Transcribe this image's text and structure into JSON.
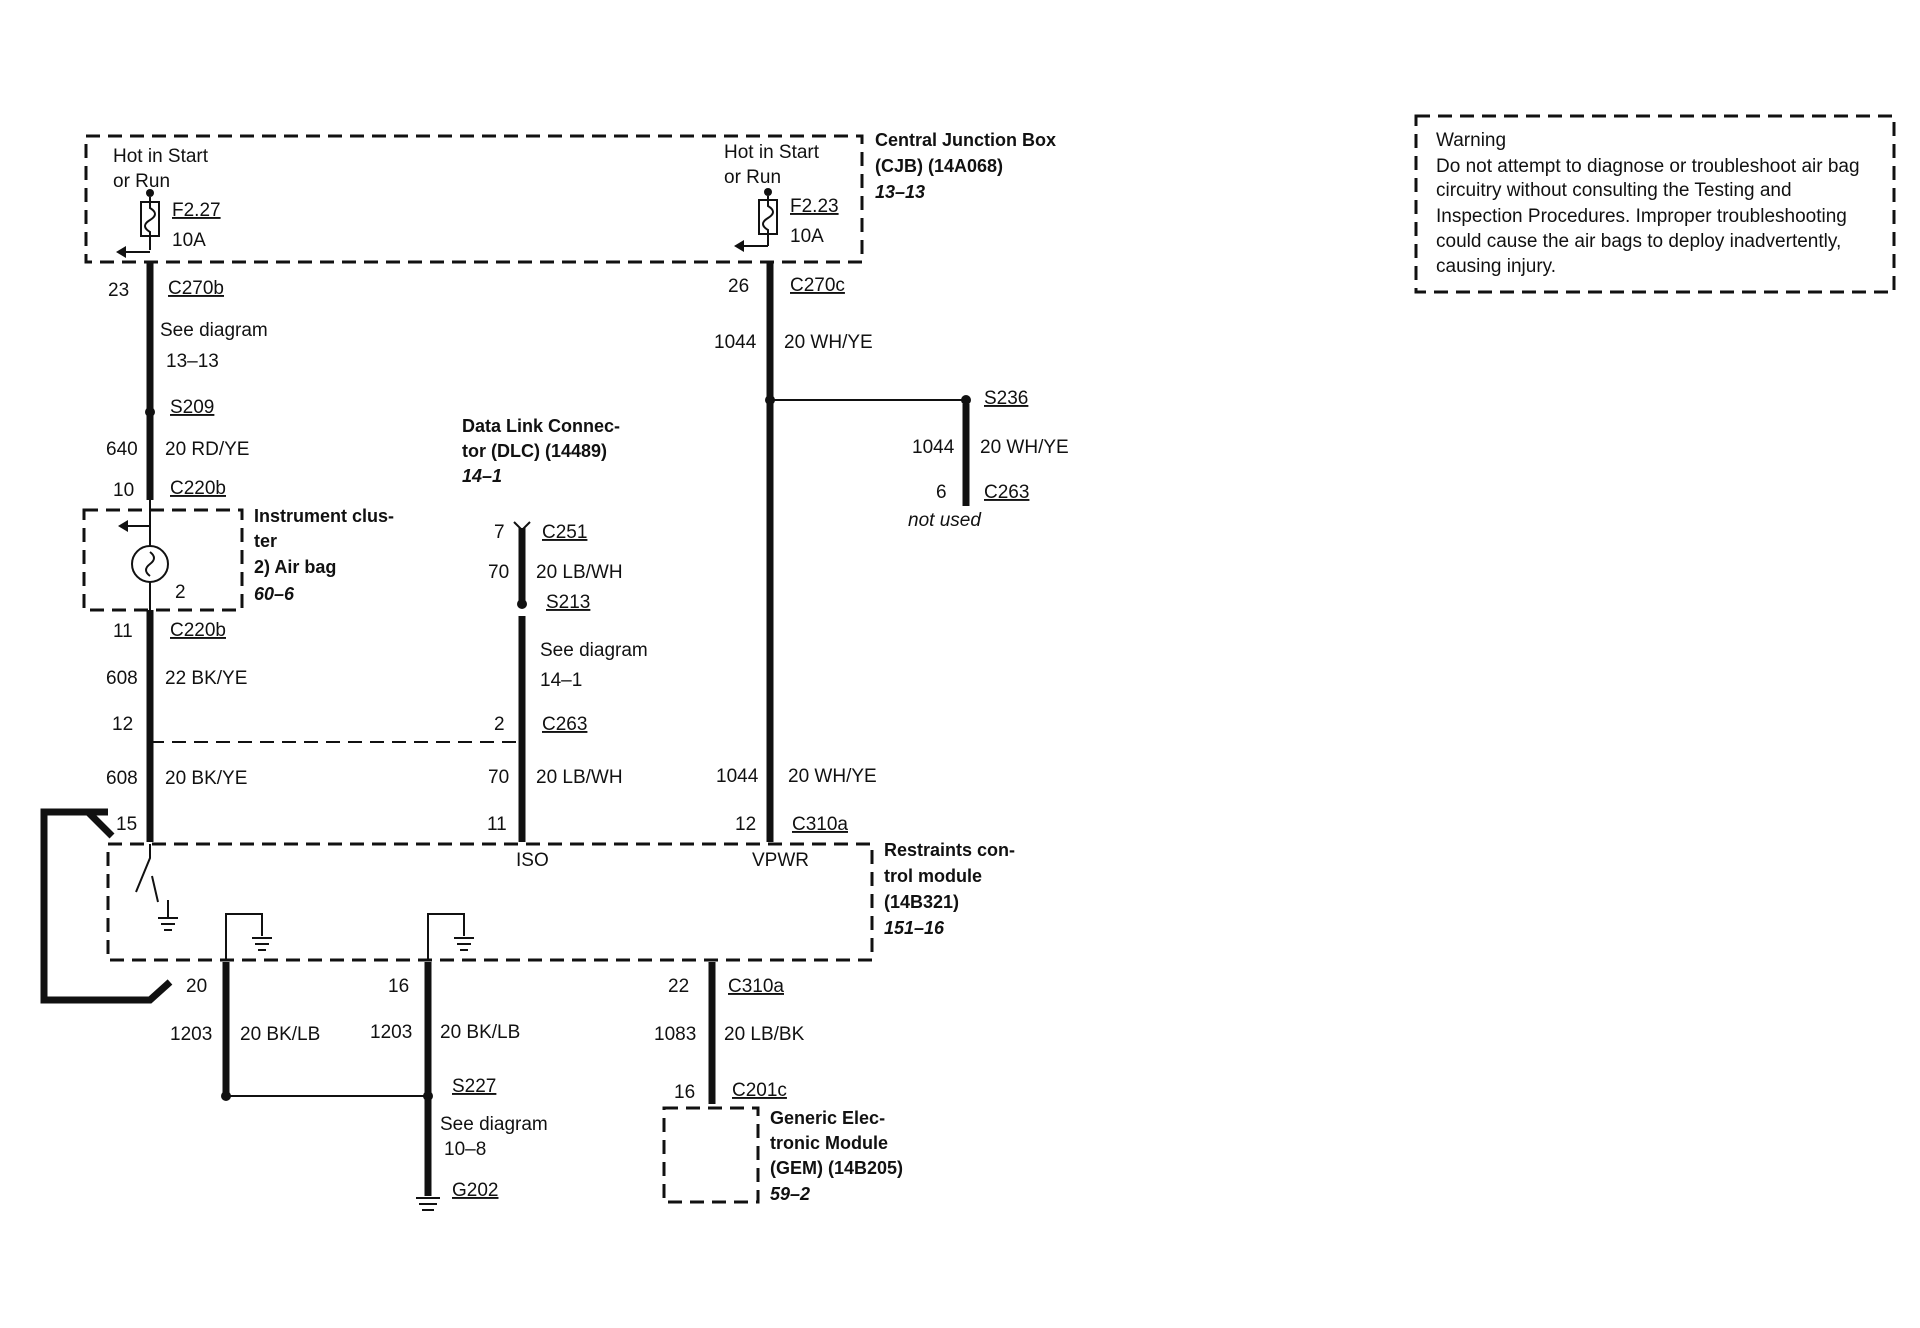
{
  "cjb": {
    "title1": "Central Junction Box",
    "title2": "(CJB) (14A068)",
    "page": "13–13",
    "left_hot1": "Hot in Start",
    "left_hot2": "or Run",
    "left_fuse": "F2.27",
    "left_amp": "10A",
    "right_hot1": "Hot in Start",
    "right_hot2": "or Run",
    "right_fuse": "F2.23",
    "right_amp": "10A"
  },
  "warning": {
    "title": "Warning",
    "lines": [
      "Do not attempt to diagnose or troubleshoot air bag",
      "circuitry without consulting the Testing and",
      "Inspection Procedures. Improper troubleshooting",
      "could cause the air bags to deploy inadvertently,",
      "causing injury."
    ]
  },
  "left_branch": {
    "pin23": "23",
    "c270b": "C270b",
    "see1": "See diagram",
    "see2": "13–13",
    "s209": "S209",
    "circ640": "640",
    "wire640": "20 RD/YE",
    "pin10": "10",
    "c220b_top": "C220b",
    "pin11": "11",
    "c220b_bot": "C220b",
    "circ608a": "608",
    "wire608a": "22 BK/YE",
    "pin12": "12",
    "circ608b": "608",
    "wire608b": "20 BK/YE",
    "pin15": "15"
  },
  "instrument_cluster": {
    "line1": "Instrument clus-",
    "line2": "ter",
    "line3": "2)   Air bag",
    "page": "60–6",
    "pin2": "2"
  },
  "dlc": {
    "line1": "Data Link Connec-",
    "line2": "tor (DLC) (14489)",
    "page": "14–1",
    "pin7": "7",
    "c251": "C251",
    "circ70a": "70",
    "wire70a": "20 LB/WH",
    "s213": "S213",
    "see1": "See diagram",
    "see2": "14–1",
    "pin2": "2",
    "c263": "C263",
    "circ70b": "70",
    "wire70b": "20 LB/WH",
    "pin11": "11",
    "iso": "ISO"
  },
  "right_branch": {
    "pin26": "26",
    "c270c": "C270c",
    "circ1044a": "1044",
    "wire1044a": "20 WH/YE",
    "circ1044b": "1044",
    "wire1044b": "20 WH/YE",
    "pin12": "12",
    "c310a": "C310a",
    "vpwr": "VPWR"
  },
  "s236_branch": {
    "s236": "S236",
    "circ1044": "1044",
    "wire1044": "20 WH/YE",
    "pin6": "6",
    "c263": "C263",
    "not_used": "not used"
  },
  "rcm": {
    "line1": "Restraints con-",
    "line2": "trol module",
    "line3": "(14B321)",
    "page": "151–16"
  },
  "ground_branch": {
    "pin20": "20",
    "circ1203a": "1203",
    "wire1203a": "20 BK/LB",
    "pin16": "16",
    "circ1203b": "1203",
    "wire1203b": "20 BK/LB",
    "s227": "S227",
    "see1": "See diagram",
    "see2": "10–8",
    "g202": "G202"
  },
  "gem_branch": {
    "pin22": "22",
    "c310a": "C310a",
    "circ1083": "1083",
    "wire1083": "20 LB/BK",
    "pin16": "16",
    "c201c": "C201c",
    "line1": "Generic Elec-",
    "line2": "tronic Module",
    "line3": "(GEM) (14B205)",
    "page": "59–2"
  }
}
